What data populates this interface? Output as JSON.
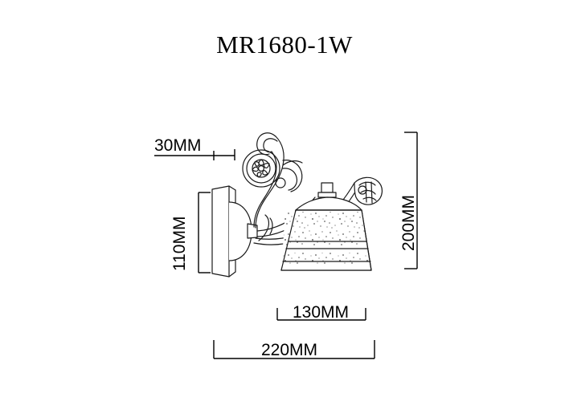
{
  "title": "MR1680-1W",
  "drawing": {
    "product": "wall-sconce-lamp",
    "units": "MM"
  },
  "dimensions": {
    "depth_top": "30MM",
    "backplate_height": "110MM",
    "total_height": "200MM",
    "shade_width": "130MM",
    "total_width": "220MM"
  },
  "colors": {
    "line": "#000000",
    "text": "#000000",
    "background": "#ffffff",
    "shade_fill": "#ffffff",
    "speckle": "#555555"
  }
}
